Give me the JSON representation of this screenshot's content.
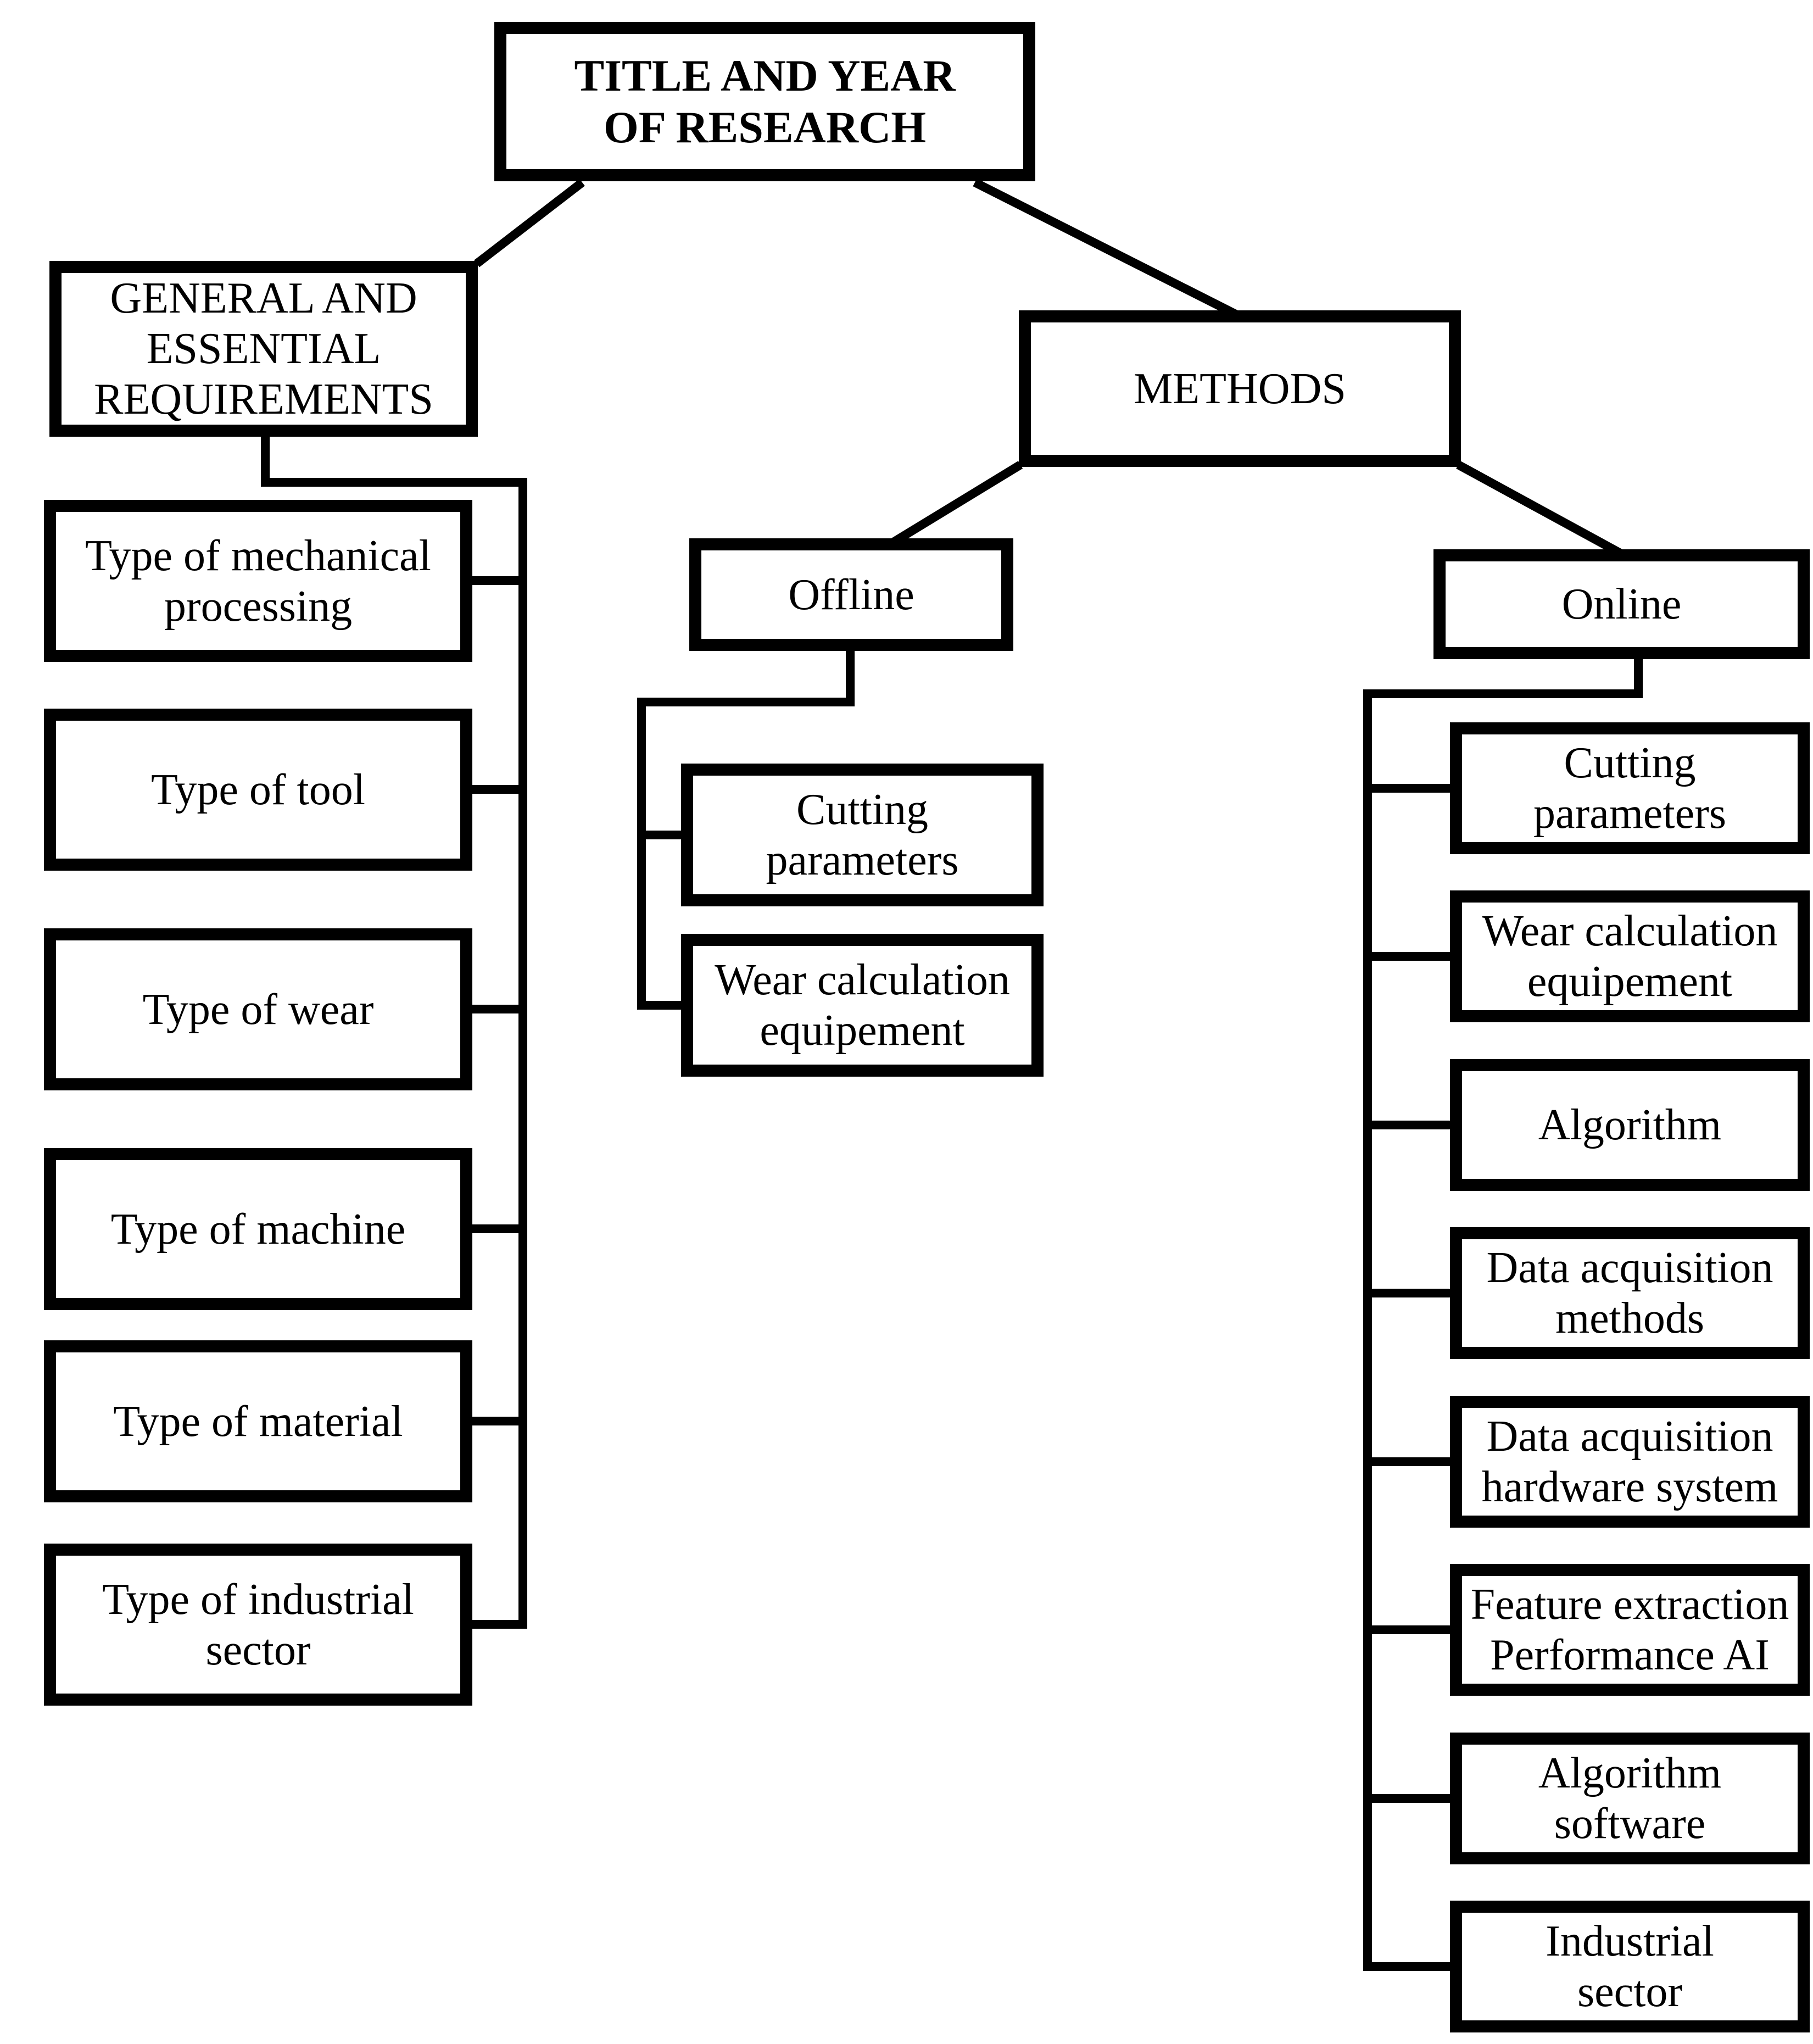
{
  "diagram": {
    "title": {
      "label": "TITLE AND YEAR\nOF RESEARCH"
    },
    "left_branch": {
      "label": "GENERAL AND\nESSENTIAL\nREQUIREMENTS",
      "children": [
        {
          "label": "Type of mechanical\nprocessing"
        },
        {
          "label": "Type of tool"
        },
        {
          "label": "Type of wear"
        },
        {
          "label": "Type of machine"
        },
        {
          "label": "Type of material"
        },
        {
          "label": "Type of industrial\nsector"
        }
      ]
    },
    "methods": {
      "label": "METHODS",
      "offline": {
        "label": "Offline",
        "children": [
          {
            "label": "Cutting\nparameters"
          },
          {
            "label": "Wear calculation\nequipement"
          }
        ]
      },
      "online": {
        "label": "Online",
        "children": [
          {
            "label": "Cutting\nparameters"
          },
          {
            "label": "Wear calculation\nequipement"
          },
          {
            "label": "Algorithm"
          },
          {
            "label": "Data acquisition\nmethods"
          },
          {
            "label": "Data acquisition\nhardware system"
          },
          {
            "label": "Feature extraction\nPerformance AI"
          },
          {
            "label": "Algorithm\nsoftware"
          },
          {
            "label": "Industrial\nsector"
          }
        ]
      }
    },
    "colors": {
      "background": "#ffffff",
      "box_border": "#000000",
      "connector": "#000000",
      "text": "#000000"
    }
  }
}
